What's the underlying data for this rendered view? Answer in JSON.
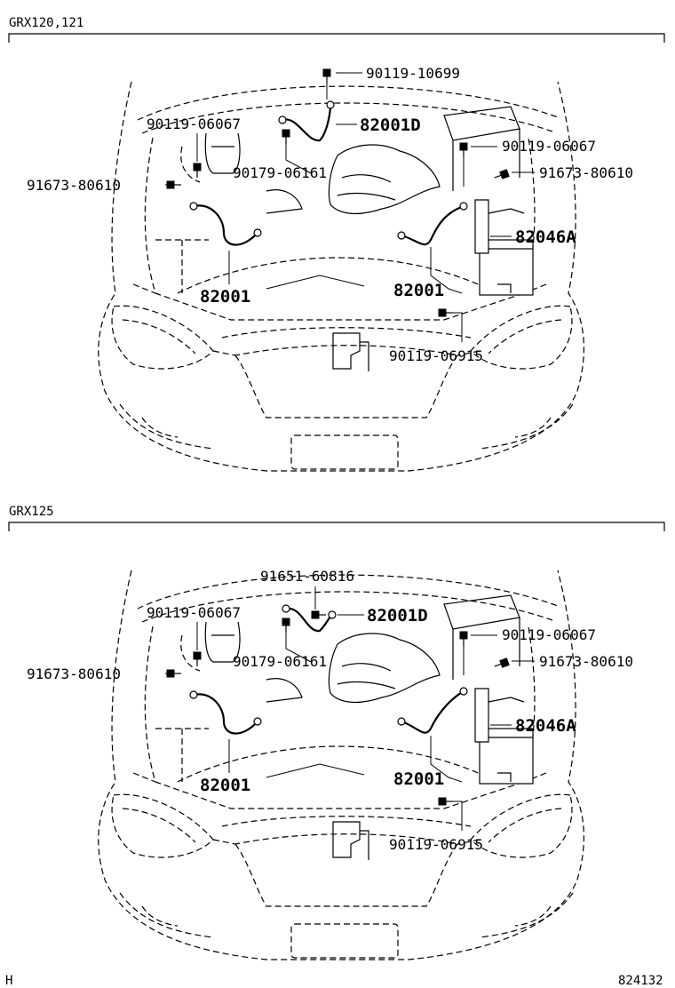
{
  "sections": [
    {
      "header": "GRX120,121",
      "labels": {
        "bolt_top": "90119-10699",
        "wire_d": "82001D",
        "bolt_left": "90119-06067",
        "bolt_mid": "90179-06161",
        "bolt_right": "90119-06067",
        "bolt_far_left": "91673-80610",
        "bolt_far_right": "91673-80610",
        "relay": "82046A",
        "wire_left": "82001",
        "wire_right": "82001",
        "bolt_bottom": "90119-06915"
      }
    },
    {
      "header": "GRX125",
      "labels": {
        "bolt_top": "91651-60816",
        "wire_d": "82001D",
        "bolt_left": "90119-06067",
        "bolt_mid": "90179-06161",
        "bolt_right": "90119-06067",
        "bolt_far_left": "91673-80610",
        "bolt_far_right": "91673-80610",
        "relay": "82046A",
        "wire_left": "82001",
        "wire_right": "82001",
        "bolt_bottom": "90119-06915"
      }
    }
  ],
  "footer": {
    "left_code": "H",
    "diagram_number": "824132"
  }
}
